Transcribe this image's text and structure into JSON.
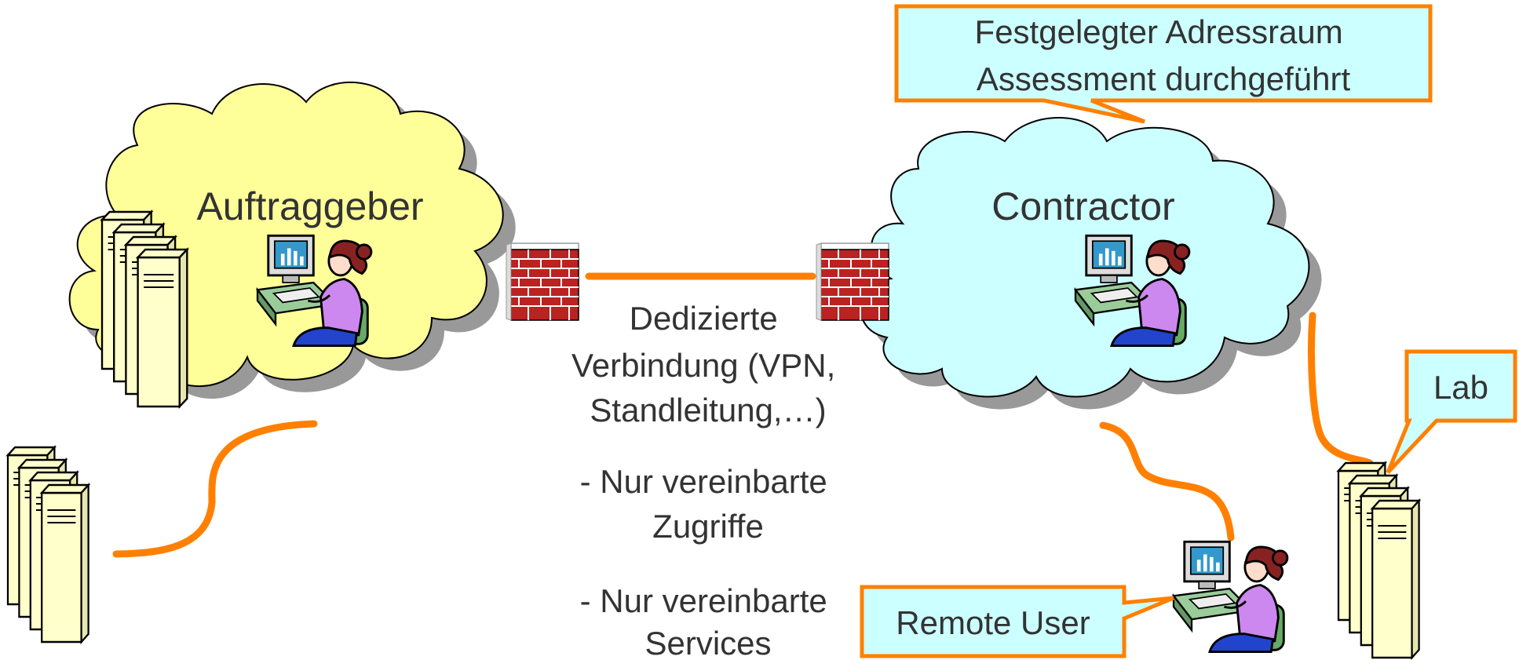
{
  "clouds": {
    "client": {
      "label": "Auftraggeber",
      "fill": "#ffff99"
    },
    "contractor": {
      "label": "Contractor",
      "fill": "#ccffff"
    }
  },
  "connection": {
    "lines": [
      "Dedizierte",
      "Verbindung (VPN,",
      "Standleitung,…)"
    ],
    "color": "#ff8000"
  },
  "notes": [
    {
      "lines": [
        "- Nur vereinbarte",
        "Zugriffe"
      ]
    },
    {
      "lines": [
        "- Nur vereinbarte",
        "Services"
      ]
    }
  ],
  "callouts": {
    "address_space": {
      "lines": [
        "Festgelegter Adressraum",
        "Assessment durchgeführt"
      ]
    },
    "lab": {
      "text": "Lab"
    },
    "remote_user": {
      "text": "Remote User"
    },
    "fill": "#ccffff",
    "border": "#ff8000"
  },
  "icons": {
    "server": "server-rack-icon",
    "user": "user-at-computer-icon",
    "firewall": "firewall-brick-icon"
  }
}
